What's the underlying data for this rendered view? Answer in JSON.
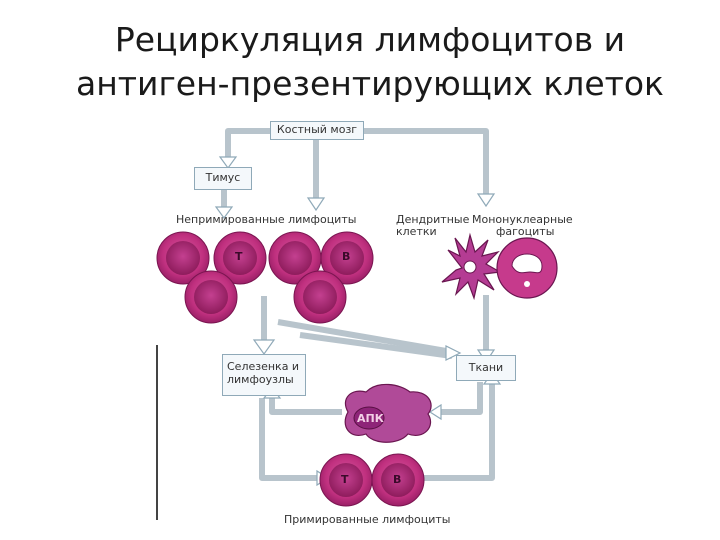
{
  "title": {
    "line1": "Рециркуляция лимфоцитов и",
    "line2": "антиген-презентирующих клеток"
  },
  "boxes": {
    "bone_marrow": "Костный мозг",
    "thymus": "Тимус",
    "spleen_line1": "Селезенка и",
    "spleen_line2": "лимфоузлы",
    "tissues": "Ткани"
  },
  "labels": {
    "naive": "Непримированные лимфоциты",
    "dendritic_line1": "Дендритные",
    "dendritic_line2": "клетки",
    "mononuclear_line1": "Мононуклеарные",
    "mononuclear_line2": "фагоциты",
    "apc": "АПК",
    "primed": "Примированные лимфоциты",
    "t_cell": "Т",
    "b_cell": "В",
    "t_cell_primed": "Т",
    "b_cell_primed": "В"
  },
  "colors": {
    "cell_fill": "#c0307f",
    "cell_dark": "#8e1c5c",
    "arrow": "#b8c4cc",
    "box_border": "#8fa9b8",
    "apc_fill": "#b04a98"
  }
}
